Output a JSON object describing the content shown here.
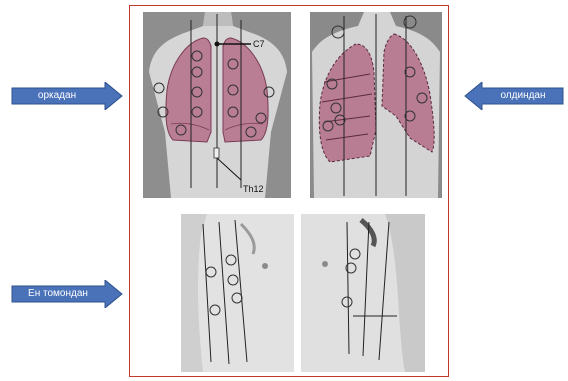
{
  "labels": {
    "back": "оркадан",
    "front": "олдиндан",
    "side": "Ен томондан"
  },
  "markers": {
    "c7": "C7",
    "th12": "Th12"
  },
  "colors": {
    "arrow_fill": "#4a72b8",
    "arrow_stroke": "#2f528f",
    "frame_border": "#c0392b",
    "lung_fill": "#b0607e",
    "photo_bg": "#c9c9c9"
  }
}
